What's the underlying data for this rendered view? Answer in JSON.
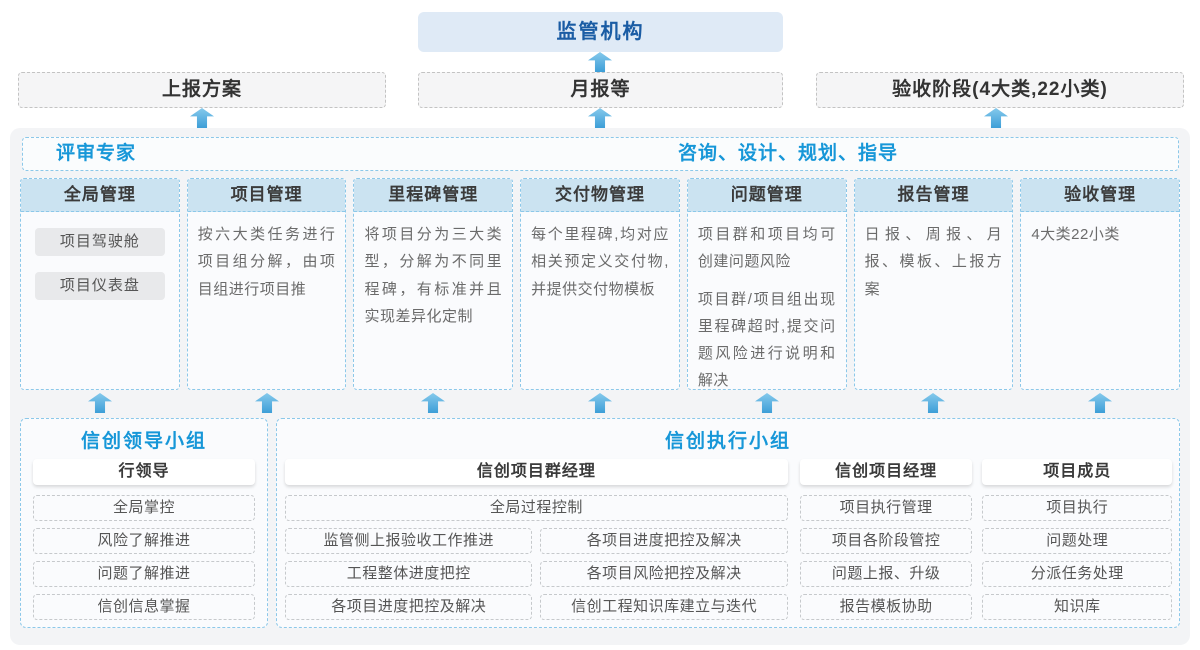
{
  "colors": {
    "accent_blue": "#1797d8",
    "deep_blue": "#1a5ca4",
    "arrow_blue": "#3d9ed7",
    "header_strip": "#cbe3f1",
    "dashed_blue": "#8cc8e9"
  },
  "top": {
    "regulator": "监管机构"
  },
  "report_row": [
    "上报方案",
    "月报等",
    "验收阶段(4大类,22小类)"
  ],
  "platform": {
    "left_header": "评审专家",
    "right_header": "咨询、设计、规划、指导",
    "columns": [
      {
        "title": "全局管理",
        "pills": [
          "项目驾驶舱",
          "项目仪表盘"
        ]
      },
      {
        "title": "项目管理",
        "paragraphs": [
          "按六大类任务进行项目组分解，由项目组进行项目推"
        ]
      },
      {
        "title": "里程碑管理",
        "paragraphs": [
          "将项目分为三大类型，分解为不同里程碑，有标准并且实现差异化定制"
        ]
      },
      {
        "title": "交付物管理",
        "paragraphs": [
          "每个里程碑,均对应相关预定义交付物,并提供交付物模板"
        ]
      },
      {
        "title": "问题管理",
        "paragraphs": [
          "项目群和项目均可创建问题风险",
          "项目群/项目组出现里程碑超时,提交问题风险进行说明和解决"
        ]
      },
      {
        "title": "报告管理",
        "paragraphs": [
          "日报、周报、月报、模板、上报方案"
        ]
      },
      {
        "title": "验收管理",
        "paragraphs": [
          "4大类22小类"
        ]
      }
    ]
  },
  "leadership": {
    "title": "信创领导小组",
    "role": "行领导",
    "items": [
      "全局掌控",
      "风险了解推进",
      "问题了解推进",
      "信创信息掌握"
    ]
  },
  "execution": {
    "title": "信创执行小组",
    "pgm": {
      "role": "信创项目群经理",
      "full_item": "全局过程控制",
      "rows": [
        [
          "监管侧上报验收工作推进",
          "各项目进度把控及解决"
        ],
        [
          "工程整体进度把控",
          "各项目风险把控及解决"
        ],
        [
          "各项目进度把控及解决",
          "信创工程知识库建立与迭代"
        ]
      ]
    },
    "pm": {
      "role": "信创项目经理",
      "items": [
        "项目执行管理",
        "项目各阶段管控",
        "问题上报、升级",
        "报告模板协助"
      ]
    },
    "member": {
      "role": "项目成员",
      "items": [
        "项目执行",
        "问题处理",
        "分派任务处理",
        "知识库"
      ]
    }
  }
}
